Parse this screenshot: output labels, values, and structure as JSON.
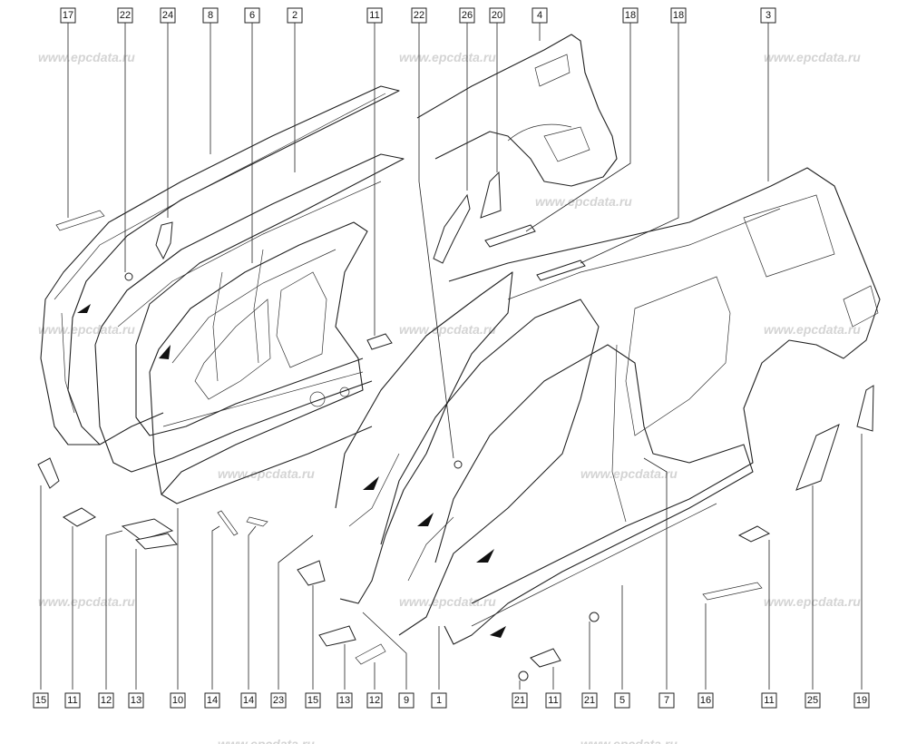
{
  "watermark": "www.epcdata.ru",
  "callouts_top": [
    "17",
    "22",
    "24",
    "8",
    "6",
    "2",
    "11",
    "22",
    "26",
    "20",
    "4",
    "18",
    "18",
    "3"
  ],
  "callouts_bottom": [
    "15",
    "11",
    "12",
    "13",
    "10",
    "14",
    "14",
    "23",
    "15",
    "13",
    "12",
    "9",
    "1",
    "21",
    "11",
    "21",
    "5",
    "7",
    "16",
    "11",
    "25",
    "19"
  ]
}
